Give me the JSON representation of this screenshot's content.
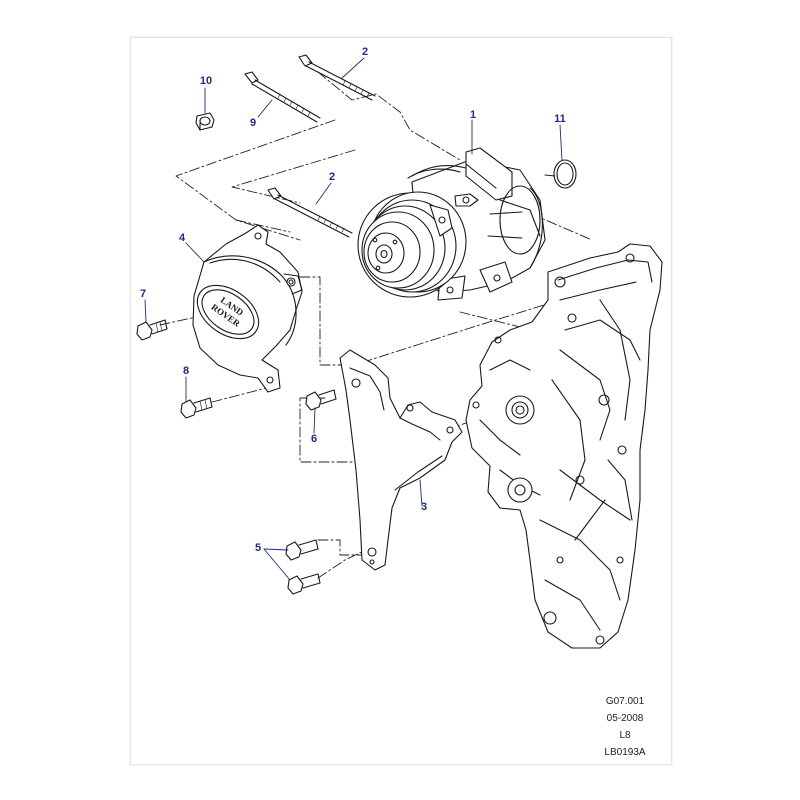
{
  "colors": {
    "callout": "#1f2a8a",
    "line": "#1a1a1a",
    "leader": "#1f2a8a",
    "dash": "#222222"
  },
  "parts": [
    {
      "num": "1",
      "name": "compressor"
    },
    {
      "num": "2",
      "name": "long-bolt-top"
    },
    {
      "num": "2",
      "name": "long-bolt-middle"
    },
    {
      "num": "3",
      "name": "support-bracket"
    },
    {
      "num": "4",
      "name": "pulley-cover"
    },
    {
      "num": "5",
      "name": "bracket-bolts"
    },
    {
      "num": "6",
      "name": "bracket-bolt"
    },
    {
      "num": "7",
      "name": "cover-bolt"
    },
    {
      "num": "8",
      "name": "cover-lower-bolt"
    },
    {
      "num": "9",
      "name": "stud-bolt"
    },
    {
      "num": "10",
      "name": "nut"
    },
    {
      "num": "11",
      "name": "o-ring"
    }
  ],
  "cover_logo": {
    "line1": "LAND",
    "line2": "ROVER"
  },
  "reference": {
    "code": "G07.001",
    "date": "05-2008",
    "model": "L8",
    "drawing": "LB0193A"
  }
}
